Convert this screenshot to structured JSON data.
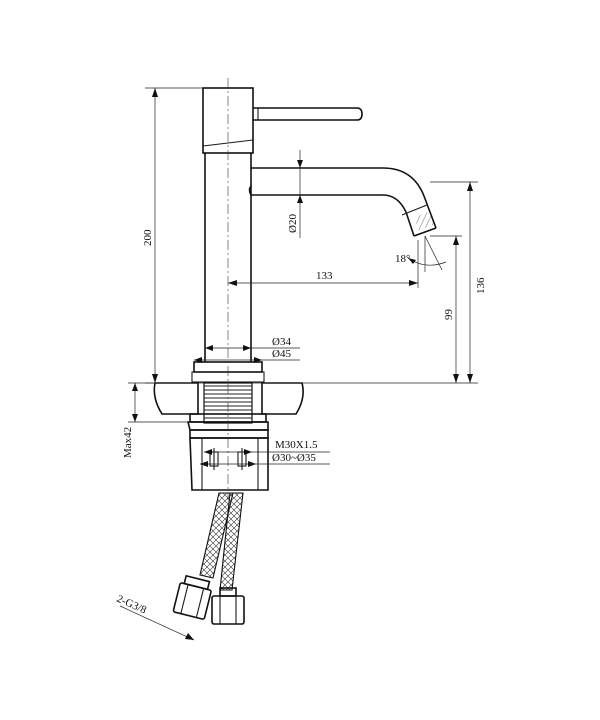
{
  "dimensions": {
    "overall_height": "200",
    "spout_diameter": "Ø20",
    "spout_angle": "18°",
    "spout_reach": "133",
    "spout_height_right": "136",
    "spout_outlet_height": "99",
    "body_diameter": "Ø34",
    "base_diameter": "Ø45",
    "max_deck_thickness": "Max42",
    "thread_size": "M30X1.5",
    "hole_diameter": "Ø30~Ø35",
    "hose_connection": "2-G3/8"
  }
}
